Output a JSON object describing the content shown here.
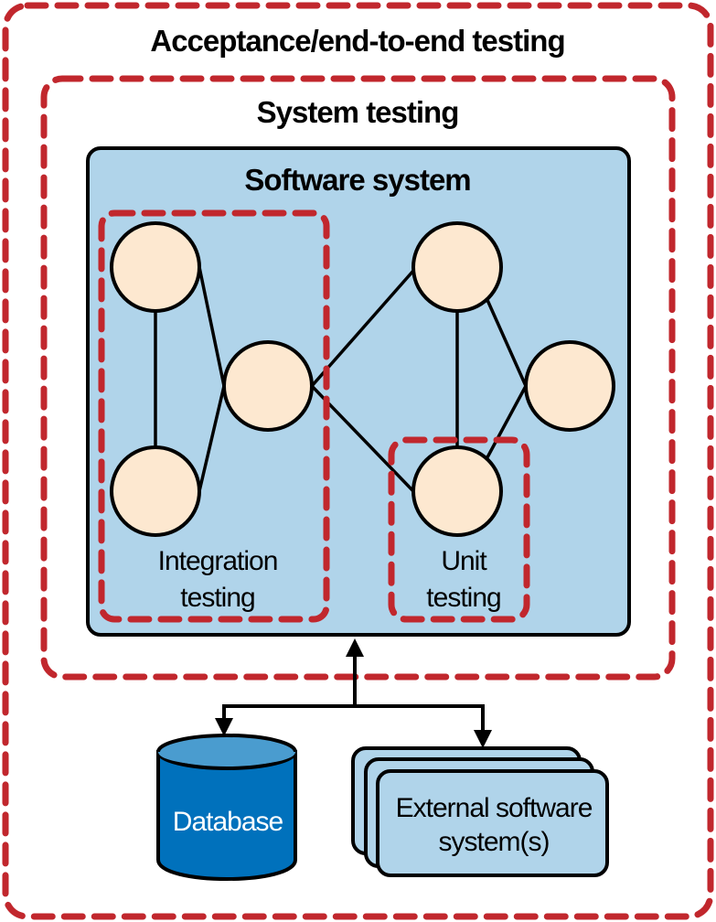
{
  "diagram": {
    "acceptance_label": "Acceptance/end-to-end testing",
    "system_testing_label": "System testing",
    "software_system_label": "Software system",
    "integration_label_line1": "Integration",
    "integration_label_line2": "testing",
    "unit_label_line1": "Unit",
    "unit_label_line2": "testing",
    "database_label": "Database",
    "external_label_line1": "External software",
    "external_label_line2": "system(s)",
    "nodes": [
      "node-1",
      "node-2",
      "node-3",
      "node-4",
      "node-5",
      "node-6"
    ],
    "edges": [
      [
        "node-1",
        "node-3"
      ],
      [
        "node-1",
        "node-2"
      ],
      [
        "node-3",
        "node-2"
      ],
      [
        "node-2",
        "node-4"
      ],
      [
        "node-2",
        "node-6"
      ],
      [
        "node-4",
        "node-6"
      ],
      [
        "node-4",
        "node-5"
      ],
      [
        "node-6",
        "node-5"
      ]
    ],
    "colors": {
      "dashed_border": "#c1272d",
      "software_system_fill": "#b0d4ea",
      "node_fill": "#fde8d0",
      "database_fill": "#0071bc",
      "database_top": "#4a9ccf",
      "external_fill": "#b0d4ea"
    }
  }
}
